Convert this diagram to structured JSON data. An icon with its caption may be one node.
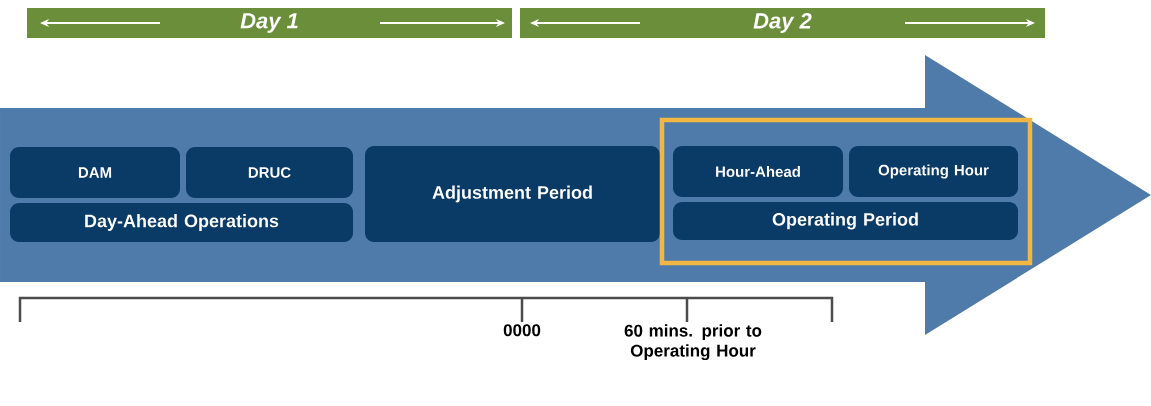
{
  "diagram": {
    "nodes": [
      {
        "text": [
          "Day 1"
        ]
      },
      {
        "text": [
          "Day 2"
        ]
      },
      {
        "text": [],
        "shape": "arrow"
      },
      {
        "text": [
          "DAM"
        ],
        "in": 2
      },
      {
        "text": [
          "DRUC"
        ],
        "in": 2
      },
      {
        "text": [
          "Day-Ahead Operations"
        ],
        "in": 2
      },
      {
        "text": [
          "Adjustment Period"
        ],
        "in": 2
      },
      {
        "text": [],
        "shape": "box",
        "in": 2
      },
      {
        "text": [
          "Hour-Ahead"
        ],
        "in": 7
      },
      {
        "text": [
          "Operating Hour"
        ],
        "in": 7
      },
      {
        "text": [
          "Operating Period"
        ],
        "in": 7
      }
    ],
    "labels": [
      "0000",
      "60 mins. prior to Operating Hour"
    ]
  }
}
